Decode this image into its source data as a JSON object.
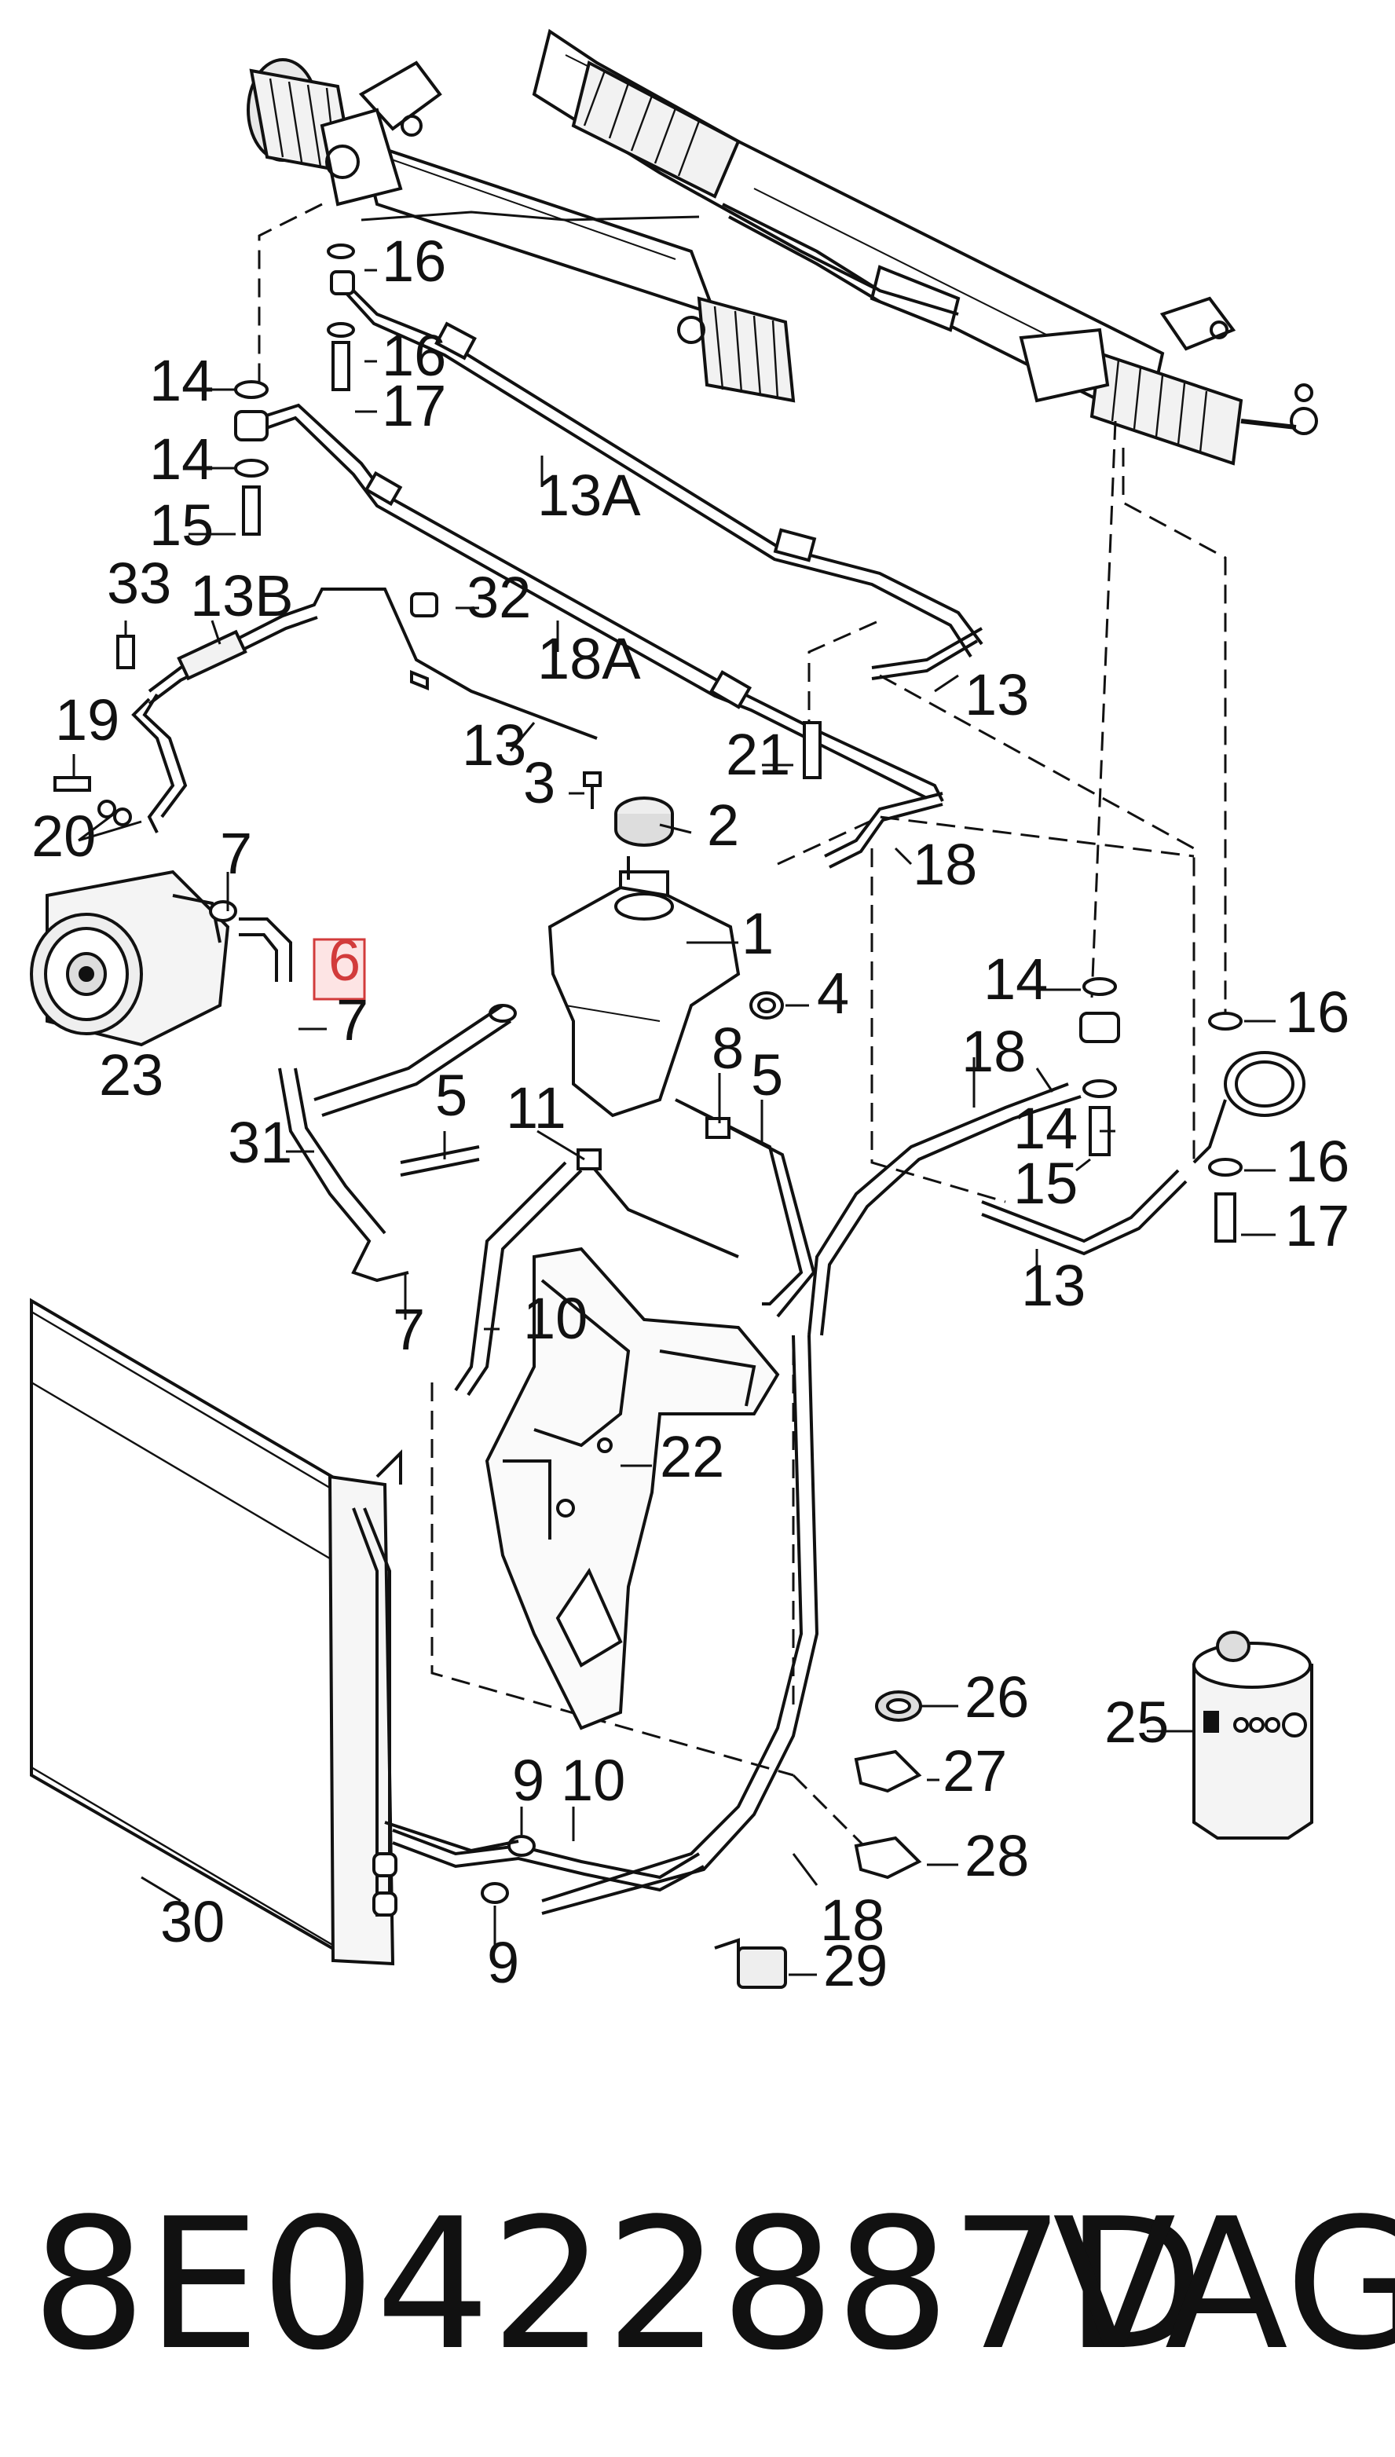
{
  "part_number": "8E0422887D",
  "brand": "VAG",
  "highlighted_callout": "6",
  "colors": {
    "highlight_fill": "#fde4e4",
    "highlight_stroke": "#d23b3b",
    "line": "#111111"
  },
  "callouts": {
    "c1": "1",
    "c2": "2",
    "c3": "3",
    "c4": "4",
    "c5a": "5",
    "c5b": "5",
    "c6": "6",
    "c7a": "7",
    "c7b": "7",
    "c7c": "7",
    "c8": "8",
    "c9a": "9",
    "c9b": "9",
    "c10a": "10",
    "c10b": "10",
    "c11": "11",
    "c13a": "13",
    "c13b": "13",
    "c13c": "13",
    "c13A": "13A",
    "c13B": "13B",
    "c14a": "14",
    "c14b": "14",
    "c14c": "14",
    "c14d": "14",
    "c15a": "15",
    "c15b": "15",
    "c16a": "16",
    "c16b": "16",
    "c16c": "16",
    "c16d": "16",
    "c17a": "17",
    "c17b": "17",
    "c18a": "18",
    "c18b": "18",
    "c18c": "18",
    "c18A": "18A",
    "c19": "19",
    "c20": "20",
    "c21": "21",
    "c22": "22",
    "c23": "23",
    "c25": "25",
    "c26": "26",
    "c27": "27",
    "c28": "28",
    "c29": "29",
    "c30": "30",
    "c31": "31",
    "c32": "32",
    "c33": "33"
  }
}
